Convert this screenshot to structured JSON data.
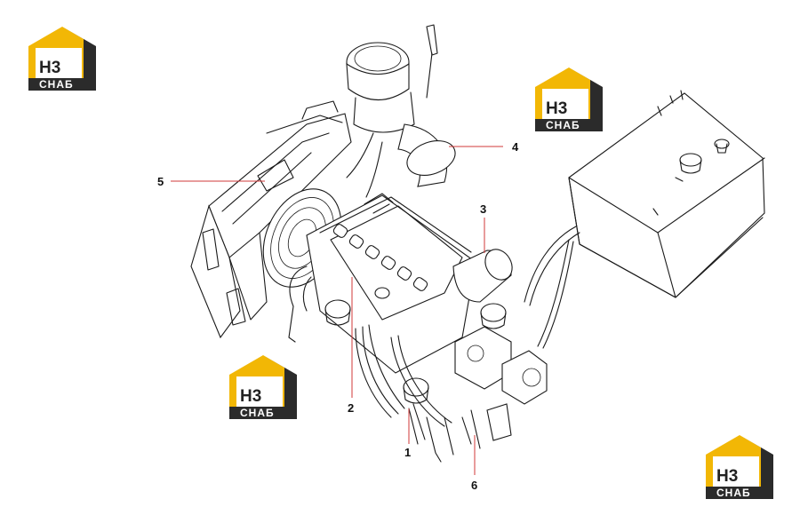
{
  "logo": {
    "top_text": "H3",
    "bottom_text": "СНАБ",
    "colors": {
      "roof": "#f2b705",
      "dark": "#2b2b2b",
      "text_bg": "#2b2b2b"
    }
  },
  "callouts": [
    {
      "id": "1",
      "label": "1"
    },
    {
      "id": "2",
      "label": "2"
    },
    {
      "id": "3",
      "label": "3"
    },
    {
      "id": "4",
      "label": "4"
    },
    {
      "id": "5",
      "label": "5"
    },
    {
      "id": "6",
      "label": "6"
    }
  ],
  "colors": {
    "leader": "#d23a3a",
    "line": "#1a1a1a",
    "background": "#ffffff"
  }
}
